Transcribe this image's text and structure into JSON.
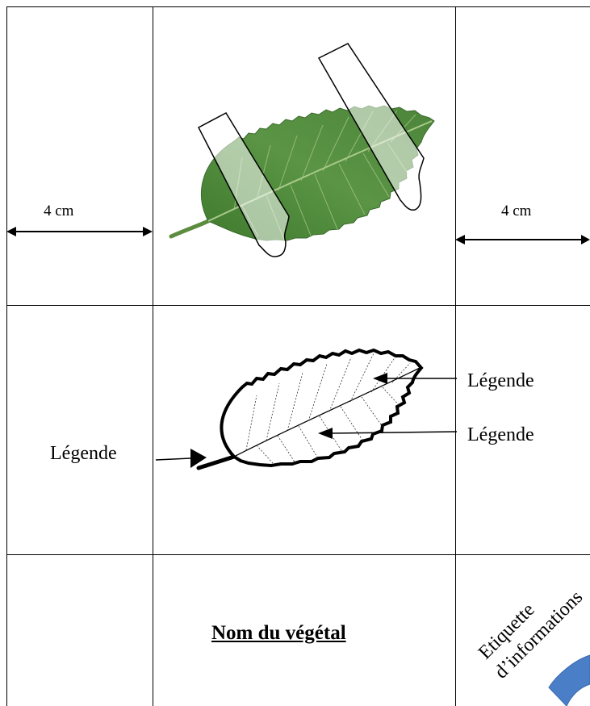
{
  "measure": {
    "left_label": "4 cm",
    "right_label": "4 cm"
  },
  "legends": {
    "left": "Légende",
    "right_top": "Légende",
    "right_bottom": "Légende"
  },
  "plant_name": "Nom du végétal",
  "info_label": {
    "line1": "Etiquette",
    "line2": "d’informations"
  },
  "colors": {
    "leaf_green": "#4f8a3a",
    "leaf_dark": "#2f5e25",
    "grid": "#000000",
    "blue_arc": "#4a7fc7"
  },
  "icons": {
    "tape_strip": "adhesive-tape-strip",
    "leaf_photo": "chestnut-leaf",
    "leaf_drawing": "leaf-outline-drawing"
  }
}
